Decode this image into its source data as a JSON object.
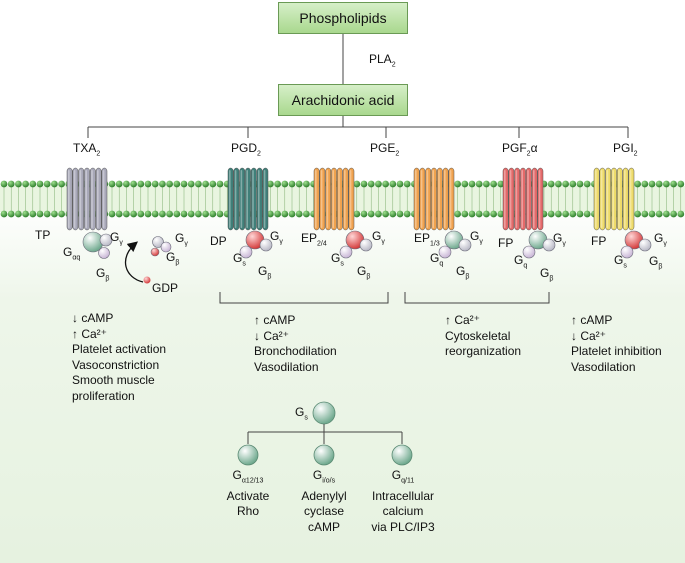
{
  "top_box": "Phospholipids",
  "enzyme": {
    "name": "PLA",
    "sub": "2"
  },
  "mid_box": "Arachidonic acid",
  "prostanoids": [
    {
      "name": "TXA",
      "sub": "2"
    },
    {
      "name": "PGD",
      "sub": "2"
    },
    {
      "name": "PGE",
      "sub": "2"
    },
    {
      "name": "PGF",
      "sub": "2",
      "tail": "α"
    },
    {
      "name": "PGI",
      "sub": "2"
    }
  ],
  "receptors": [
    {
      "name": "TP",
      "sub": ""
    },
    {
      "name": "DP",
      "sub": ""
    },
    {
      "name": "EP",
      "sub": "2/4"
    },
    {
      "name": "EP",
      "sub": "1/3"
    },
    {
      "name": "FP",
      "sub": ""
    },
    {
      "name": "FP",
      "sub": ""
    }
  ],
  "gdp": "GDP",
  "g_labels": {
    "tp_alpha": {
      "main": "G",
      "sub": "αq"
    },
    "beta": {
      "main": "G",
      "sub": "β"
    },
    "gamma": {
      "main": "G",
      "sub": "γ"
    },
    "s": {
      "main": "G",
      "sub": "s"
    },
    "q": {
      "main": "G",
      "sub": "q"
    }
  },
  "effects": {
    "tp": [
      "↓ cAMP",
      "↑ Ca²⁺",
      "Platelet activation",
      "Vasoconstriction",
      "Smooth muscle",
      "proliferation"
    ],
    "dp_ep24": [
      "↑ cAMP",
      "↓ Ca²⁺",
      "Bronchodilation",
      "Vasodilation"
    ],
    "ep13_fp": [
      "↑ Ca²⁺",
      "Cytoskeletal",
      "reorganization"
    ],
    "ip": [
      "↑ cAMP",
      "↓ Ca²⁺",
      "Platelet inhibition",
      "Vasodilation"
    ]
  },
  "gs_tree": {
    "root": {
      "main": "G",
      "sub": "s"
    },
    "children": [
      {
        "main": "G",
        "sub": "α12/13",
        "lines": [
          "Activate",
          "Rho"
        ]
      },
      {
        "main": "G",
        "sub": "i/o/s",
        "lines": [
          "Adenylyl",
          "cyclase",
          "cAMP"
        ]
      },
      {
        "main": "G",
        "sub": "q/11",
        "lines": [
          "Intracellular",
          "calcium",
          "via PLC/IP3"
        ]
      }
    ]
  },
  "colors": {
    "membrane_head": "#3f9a3a",
    "txa_receptor": "#a8a8b8",
    "dp_receptor": "#3f7f79",
    "ep24_receptor": "#f0a24e",
    "ep13_receptor": "#f0a24e",
    "fp_receptor": "#e46a6a",
    "ip_receptor": "#eedb6a",
    "box_fill": "#bfe4aa"
  }
}
